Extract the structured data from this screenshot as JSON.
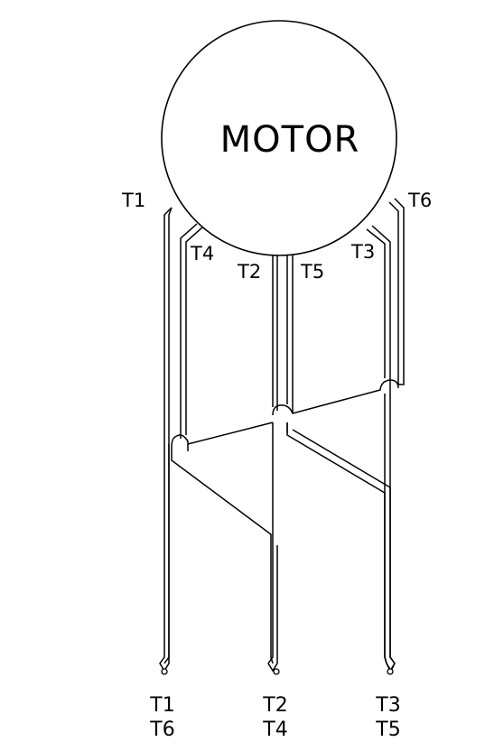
{
  "motor": {
    "label": "MOTOR"
  },
  "lead_labels": {
    "t1": "T1",
    "t4": "T4",
    "t2": "T2",
    "t5": "T5",
    "t3": "T3",
    "t6": "T6"
  },
  "terminals": [
    {
      "top": "T1",
      "bottom": "T6"
    },
    {
      "top": "T2",
      "bottom": "T4"
    },
    {
      "top": "T3",
      "bottom": "T5"
    }
  ],
  "colors": {
    "line": "#000000",
    "background": "#ffffff"
  }
}
